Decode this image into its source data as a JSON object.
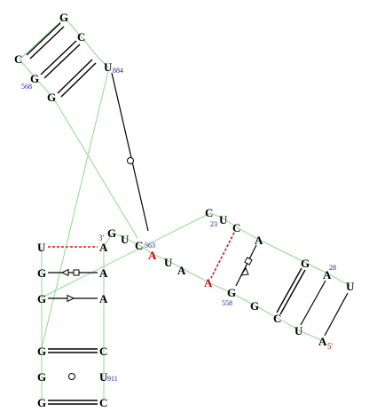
{
  "nucleotides": [
    {
      "id": "g1",
      "letter": "G"
    },
    {
      "id": "c1",
      "letter": "C"
    },
    {
      "id": "c2",
      "letter": "C"
    },
    {
      "id": "g2",
      "letter": "G"
    },
    {
      "id": "g3",
      "letter": "G"
    },
    {
      "id": "u884",
      "letter": "U"
    },
    {
      "id": "g4",
      "letter": "G"
    },
    {
      "id": "u2",
      "letter": "U"
    },
    {
      "id": "c563",
      "letter": "C"
    },
    {
      "id": "a_red1",
      "letter": "A"
    },
    {
      "id": "u3",
      "letter": "U"
    },
    {
      "id": "a2",
      "letter": "A"
    },
    {
      "id": "a_red2",
      "letter": "A"
    },
    {
      "id": "c23",
      "letter": "C"
    },
    {
      "id": "u23",
      "letter": "U"
    },
    {
      "id": "c4",
      "letter": "C"
    },
    {
      "id": "a3",
      "letter": "A"
    },
    {
      "id": "g5",
      "letter": "G"
    },
    {
      "id": "a28",
      "letter": "A"
    },
    {
      "id": "u4",
      "letter": "U"
    },
    {
      "id": "g558",
      "letter": "G"
    },
    {
      "id": "g6",
      "letter": "G"
    },
    {
      "id": "c5",
      "letter": "C"
    },
    {
      "id": "u5",
      "letter": "U"
    },
    {
      "id": "a5p",
      "letter": "A"
    },
    {
      "id": "u_left",
      "letter": "U"
    },
    {
      "id": "a3p",
      "letter": "A"
    },
    {
      "id": "g_l1",
      "letter": "G"
    },
    {
      "id": "a_r1",
      "letter": "A"
    },
    {
      "id": "g_l2",
      "letter": "G"
    },
    {
      "id": "a_r2",
      "letter": "A"
    },
    {
      "id": "g_l3",
      "letter": "G"
    },
    {
      "id": "c_r3",
      "letter": "C"
    },
    {
      "id": "g_l4",
      "letter": "G"
    },
    {
      "id": "u911",
      "letter": "U"
    },
    {
      "id": "g_l5",
      "letter": "G"
    },
    {
      "id": "c_r5",
      "letter": "C"
    }
  ],
  "labels": {
    "n568": "568",
    "n884": "884",
    "n563": "563",
    "n23": "23",
    "n28": "28",
    "n558": "558",
    "n911": "911",
    "three_prime": "3'",
    "five_prime": "5'"
  },
  "colors": {
    "backbone": "#8fd88f",
    "pair": "#000000",
    "noncanonical": "#dd1111",
    "number": "#1a1aa6",
    "highlight_nt": "#cc0000"
  }
}
